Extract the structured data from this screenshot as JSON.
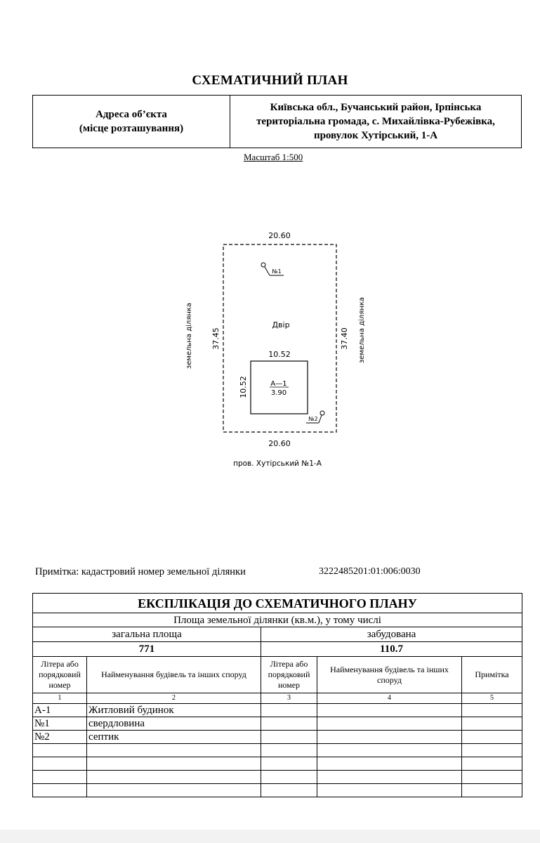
{
  "header": {
    "title": "СХЕМАТИЧНИЙ ПЛАН",
    "address_label_1": "Адреса об’єкта",
    "address_label_2": "(місце розташування)",
    "address_line_1": "Київська обл., Бучанський район, Ірпінська",
    "address_line_2": "територіальна громада, с. Михайлівка-Рубежівка,",
    "address_line_3": "провулок Хутірський, 1-А"
  },
  "scale": "Масштаб 1:500",
  "plan": {
    "top_dim": "20.60",
    "bottom_dim": "20.60",
    "left_dim": "37.45",
    "right_dim": "37.40",
    "left_side": "земельна ділянка",
    "right_side": "земельна ділянка",
    "yard": "Двір",
    "marker1": "№1",
    "marker2": "№2",
    "building_top_dim": "10.52",
    "building_left_dim": "10.52",
    "building_letter": "А—1",
    "building_height": "3.90",
    "street": "пров. Хутірський №1-А"
  },
  "note": {
    "label": "Примітка: кадастровий номер земельної ділянки",
    "number": "3222485201:01:006:0030"
  },
  "explication": {
    "title": "ЕКСПЛІКАЦІЯ ДО СХЕМАТИЧНОГО ПЛАНУ",
    "area_header": "Площа земельної ділянки (кв.м.), у тому числі",
    "total_label": "загальна площа",
    "built_label": "забудована",
    "total_value": "771",
    "built_value": "110.7",
    "col_letter_1": "Літера або порядковий номер",
    "col_name_1": "Найменування будівель та інших споруд",
    "col_letter_2": "Літера або порядковий номер",
    "col_name_2": "Найменування будівель та інших споруд",
    "col_note": "Примітка",
    "numbers": [
      "1",
      "2",
      "3",
      "4",
      "5"
    ],
    "rows": [
      {
        "letter": "А-1",
        "name": "Житловий будинок"
      },
      {
        "letter": "№1",
        "name": "свердловина"
      },
      {
        "letter": "№2",
        "name": "септик"
      }
    ]
  }
}
